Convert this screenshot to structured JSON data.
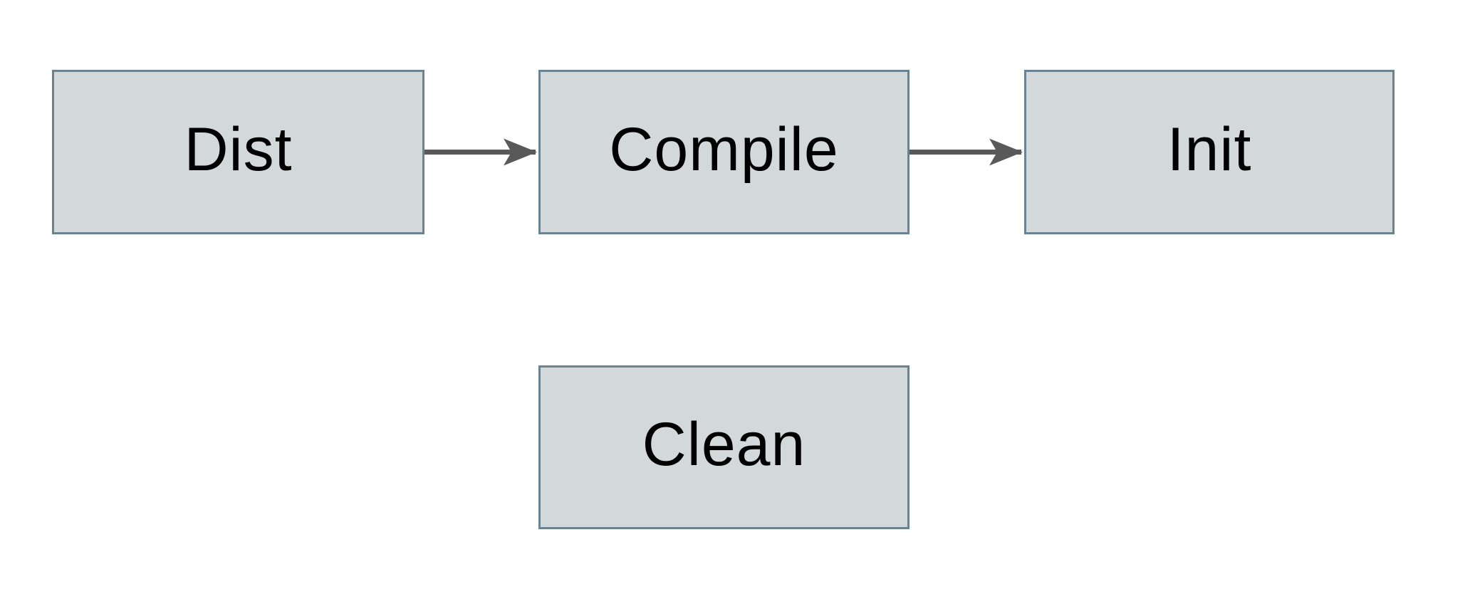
{
  "diagram": {
    "type": "flowchart",
    "nodes": [
      {
        "id": "dist",
        "label": "Dist"
      },
      {
        "id": "compile",
        "label": "Compile"
      },
      {
        "id": "init",
        "label": "Init"
      },
      {
        "id": "clean",
        "label": "Clean"
      }
    ],
    "edges": [
      {
        "from": "Dist",
        "to": "Compile",
        "style": "arrow"
      },
      {
        "from": "Compile",
        "to": "Init",
        "style": "arrow"
      }
    ],
    "colors": {
      "box_fill": "#d3d9db",
      "box_border": "#6b8290",
      "arrow": "#595959",
      "text": "#000000",
      "background": "#ffffff"
    }
  }
}
